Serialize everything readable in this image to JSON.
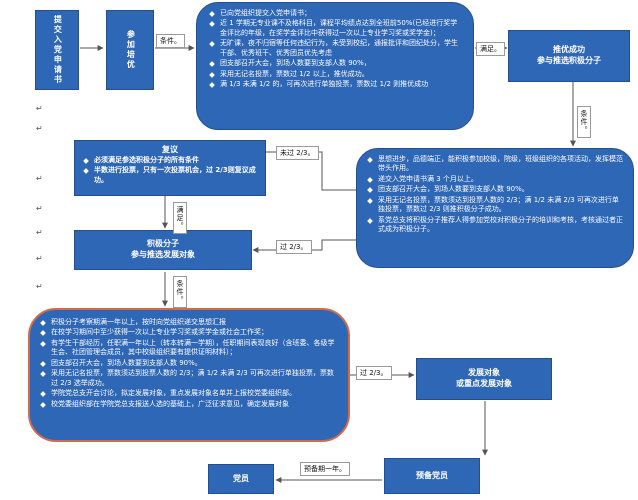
{
  "nodes": {
    "submit": "提交入党申请书",
    "train": "参加培优",
    "excellent_title": "推优成功",
    "excellent_sub": "参与推选积极分子",
    "review_title": "复议",
    "review_items": [
      "必须满足参选积极分子的所有条件",
      "半数进行投票，只有一次投票机会，过 2/3则复议成功。"
    ],
    "activist_title": "积极分子",
    "activist_sub": "参与推选发展对象",
    "dev_title": "发展对象",
    "dev_sub": "或重点发展对象",
    "prep": "预备党员",
    "member": "党员"
  },
  "lists": {
    "train_req": [
      "已向党组织提交入党申请书；",
      "近 1 学期无专业课不及格科目，课程平均绩点达到全班前50%(已经进行奖学金评比的年级，在奖学金评比中获得过一次以上专业学习奖或奖学金)；",
      "无旷课，夜不归宿等任何违纪行为，未受到校纪，通报批评和团纪处分，学生干部、优秀班干、优秀团员优先考虑",
      "团支部召开大会，到场人数要到支部人数 90%，",
      "采用无记名投票，票数过 1/2 以上，推优成功。",
      "满 1/3 未满 1/2 的，可再次进行单独投票，票数过 1/2 则推优成功"
    ],
    "activist_req": [
      "思想进步，品德端正，能积极参加校级，院级，班级组织的各项活动，发挥模范带头作用。",
      "递交入党申请书满 3 个月以上。",
      "团支部召开大会，到场人数要到支部人数 90%。",
      "采用无记名投票，票数须达到投票人数的 2/3；满 1/2 未满 2/3 可再次进行单独投票，票数过 2/3 则推积极分子成功。",
      "系党总支将积极分子推荐人得参加党校对积极分子的培训和考核，考核通过者正式成为积极分子。"
    ],
    "dev_req": [
      "积极分子考察期满一年以上，按时向党组织递交思想汇报",
      "在校学习期间中至少获得一次以上专业学习奖或奖学金或社会工作奖；",
      "有学生干部经历，任职满一年以上（转本转满一学期），任职期间表现良好（含班委、各级学生会、社团管理会成员，其中校级组织要有提供证明材料）；",
      "团支部召开大会，到场人数要到支部人数 90%。",
      "采用无记名投票，票数须达到投票人数的 2/3；满 1/2 未满 2/3 可再次进行单独投票，票数过 2/3 选举成功。",
      "学院党总支开会讨论，拟定发展对象，重点发展对象名单并上报校党委组织部。",
      "校党委组织部在学院党总支报送人选的基础上，广泛征求意见，确定发展对象"
    ]
  },
  "labels": {
    "cond1": "条件。",
    "pass1": "满足。",
    "cond2": "条件。",
    "fail1": "未过 2/3。",
    "pass2": "满足。",
    "pass3": "过 2/3。",
    "cond3": "条件。",
    "pass4": "过 2/3。",
    "year": "预备期一年。"
  },
  "colors": {
    "fill": "#2f67b7",
    "stroke": "#244f8f",
    "accent": "#d36b4a"
  }
}
